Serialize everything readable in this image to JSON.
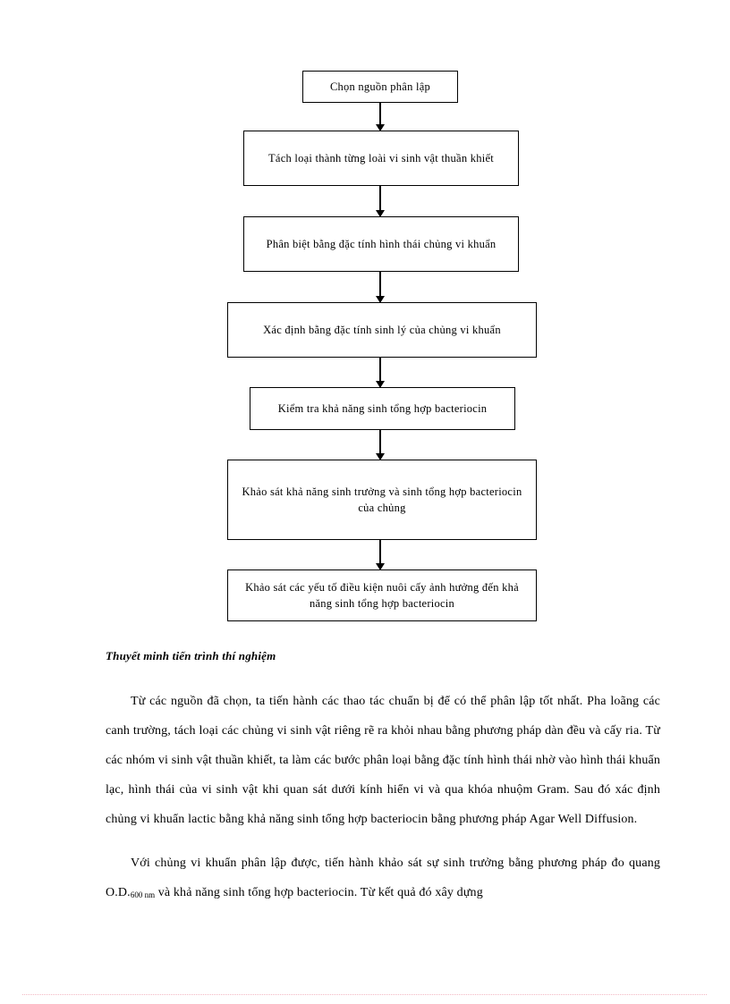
{
  "document": {
    "flowchart": {
      "name": "quy-trinh-thi-nghiem",
      "boxes": [
        {
          "id": "box1",
          "text": "Chọn nguồn phân lập"
        },
        {
          "id": "box2",
          "text": "Tách loại thành từng loài vi sinh vật thuần khiết"
        },
        {
          "id": "box3",
          "text": "Phân biệt bằng đặc tính hình thái chủng vi khuẩn"
        },
        {
          "id": "box4",
          "text": "Xác định bằng đặc tính sinh lý của chủng vi khuẩn"
        },
        {
          "id": "box5",
          "text": "Kiểm tra khả năng sinh tổng hợp bacteriocin"
        },
        {
          "id": "box6",
          "text": "Khảo sát khả năng sinh trưởng và sinh tổng hợp bacteriocin của chủng"
        },
        {
          "id": "box7",
          "text": "Khảo sát các yếu tố điều kiện nuôi cấy ảnh hưởng đến khả năng sinh tổng hợp bacteriocin"
        }
      ],
      "arrow_count": 6
    },
    "heading": "Thuyết minh tiến trình thí nghiệm",
    "paragraphs": [
      {
        "text": "Từ các nguồn đã chọn, ta tiến hành các thao tác chuẩn bị để có thể phân lập tốt nhất. Pha loãng các canh trường, tách loại các chủng vi sinh vật riêng rẽ ra khỏi nhau bằng phương pháp dàn đều và cấy ria. Từ các nhóm vi sinh vật thuần khiết, ta làm các bước phân loại bằng đặc tính hình thái nhờ vào hình thái khuẩn lạc, hình thái của vi sinh vật khi quan sát dưới kính hiển vi và qua khóa nhuộm Gram. Sau đó xác định chủng vi khuẩn lactic bằng khả năng sinh tổng hợp bacteriocin bằng phương pháp Agar Well Diffusion."
      }
    ],
    "paragraph_last": {
      "part1": "Với chủng vi khuẩn phân lập được, tiến hành khảo sát sự sinh trưởng bằng phương pháp đo quang O.D.",
      "subscript": "600 nm",
      "part2": " và khả năng sinh tổng hợp bacteriocin. Từ kết quả đó xây dựng"
    },
    "colors": {
      "text": "#000000",
      "box_border": "#000000",
      "page_background": "#ffffff",
      "footer_rule": "#f4b8c4"
    }
  }
}
